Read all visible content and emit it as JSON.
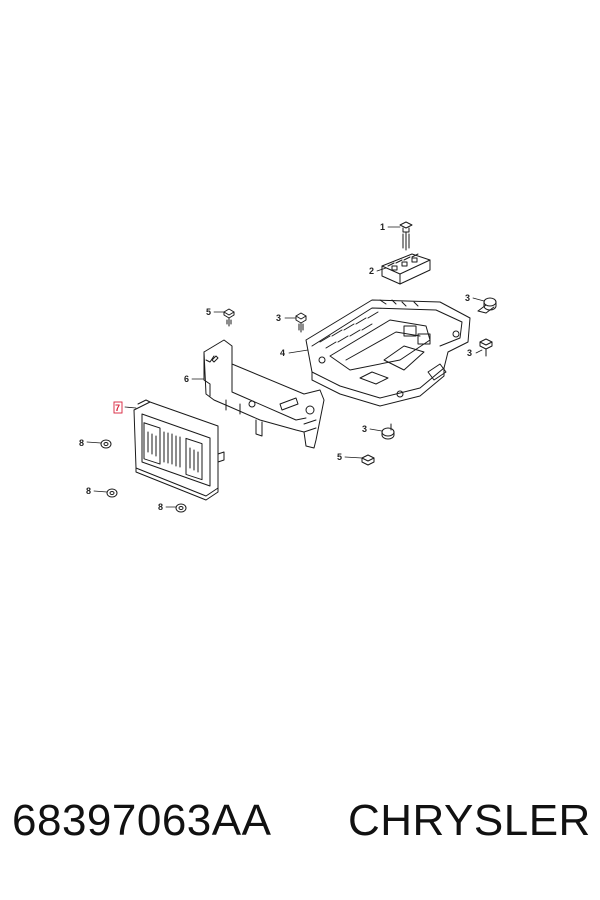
{
  "footer": {
    "part_number": "68397063AA",
    "brand": "CHRYSLER"
  },
  "callouts": {
    "c1": "1",
    "c2": "2",
    "c3a": "3",
    "c3b": "3",
    "c3c": "3",
    "c3d": "3",
    "c4": "4",
    "c5a": "5",
    "c5b": "5",
    "c6": "6",
    "c7": "7",
    "c8a": "8",
    "c8b": "8",
    "c8c": "8"
  },
  "colors": {
    "line": "#1a1a1a",
    "highlight": "#d8213a",
    "background": "#ffffff"
  }
}
